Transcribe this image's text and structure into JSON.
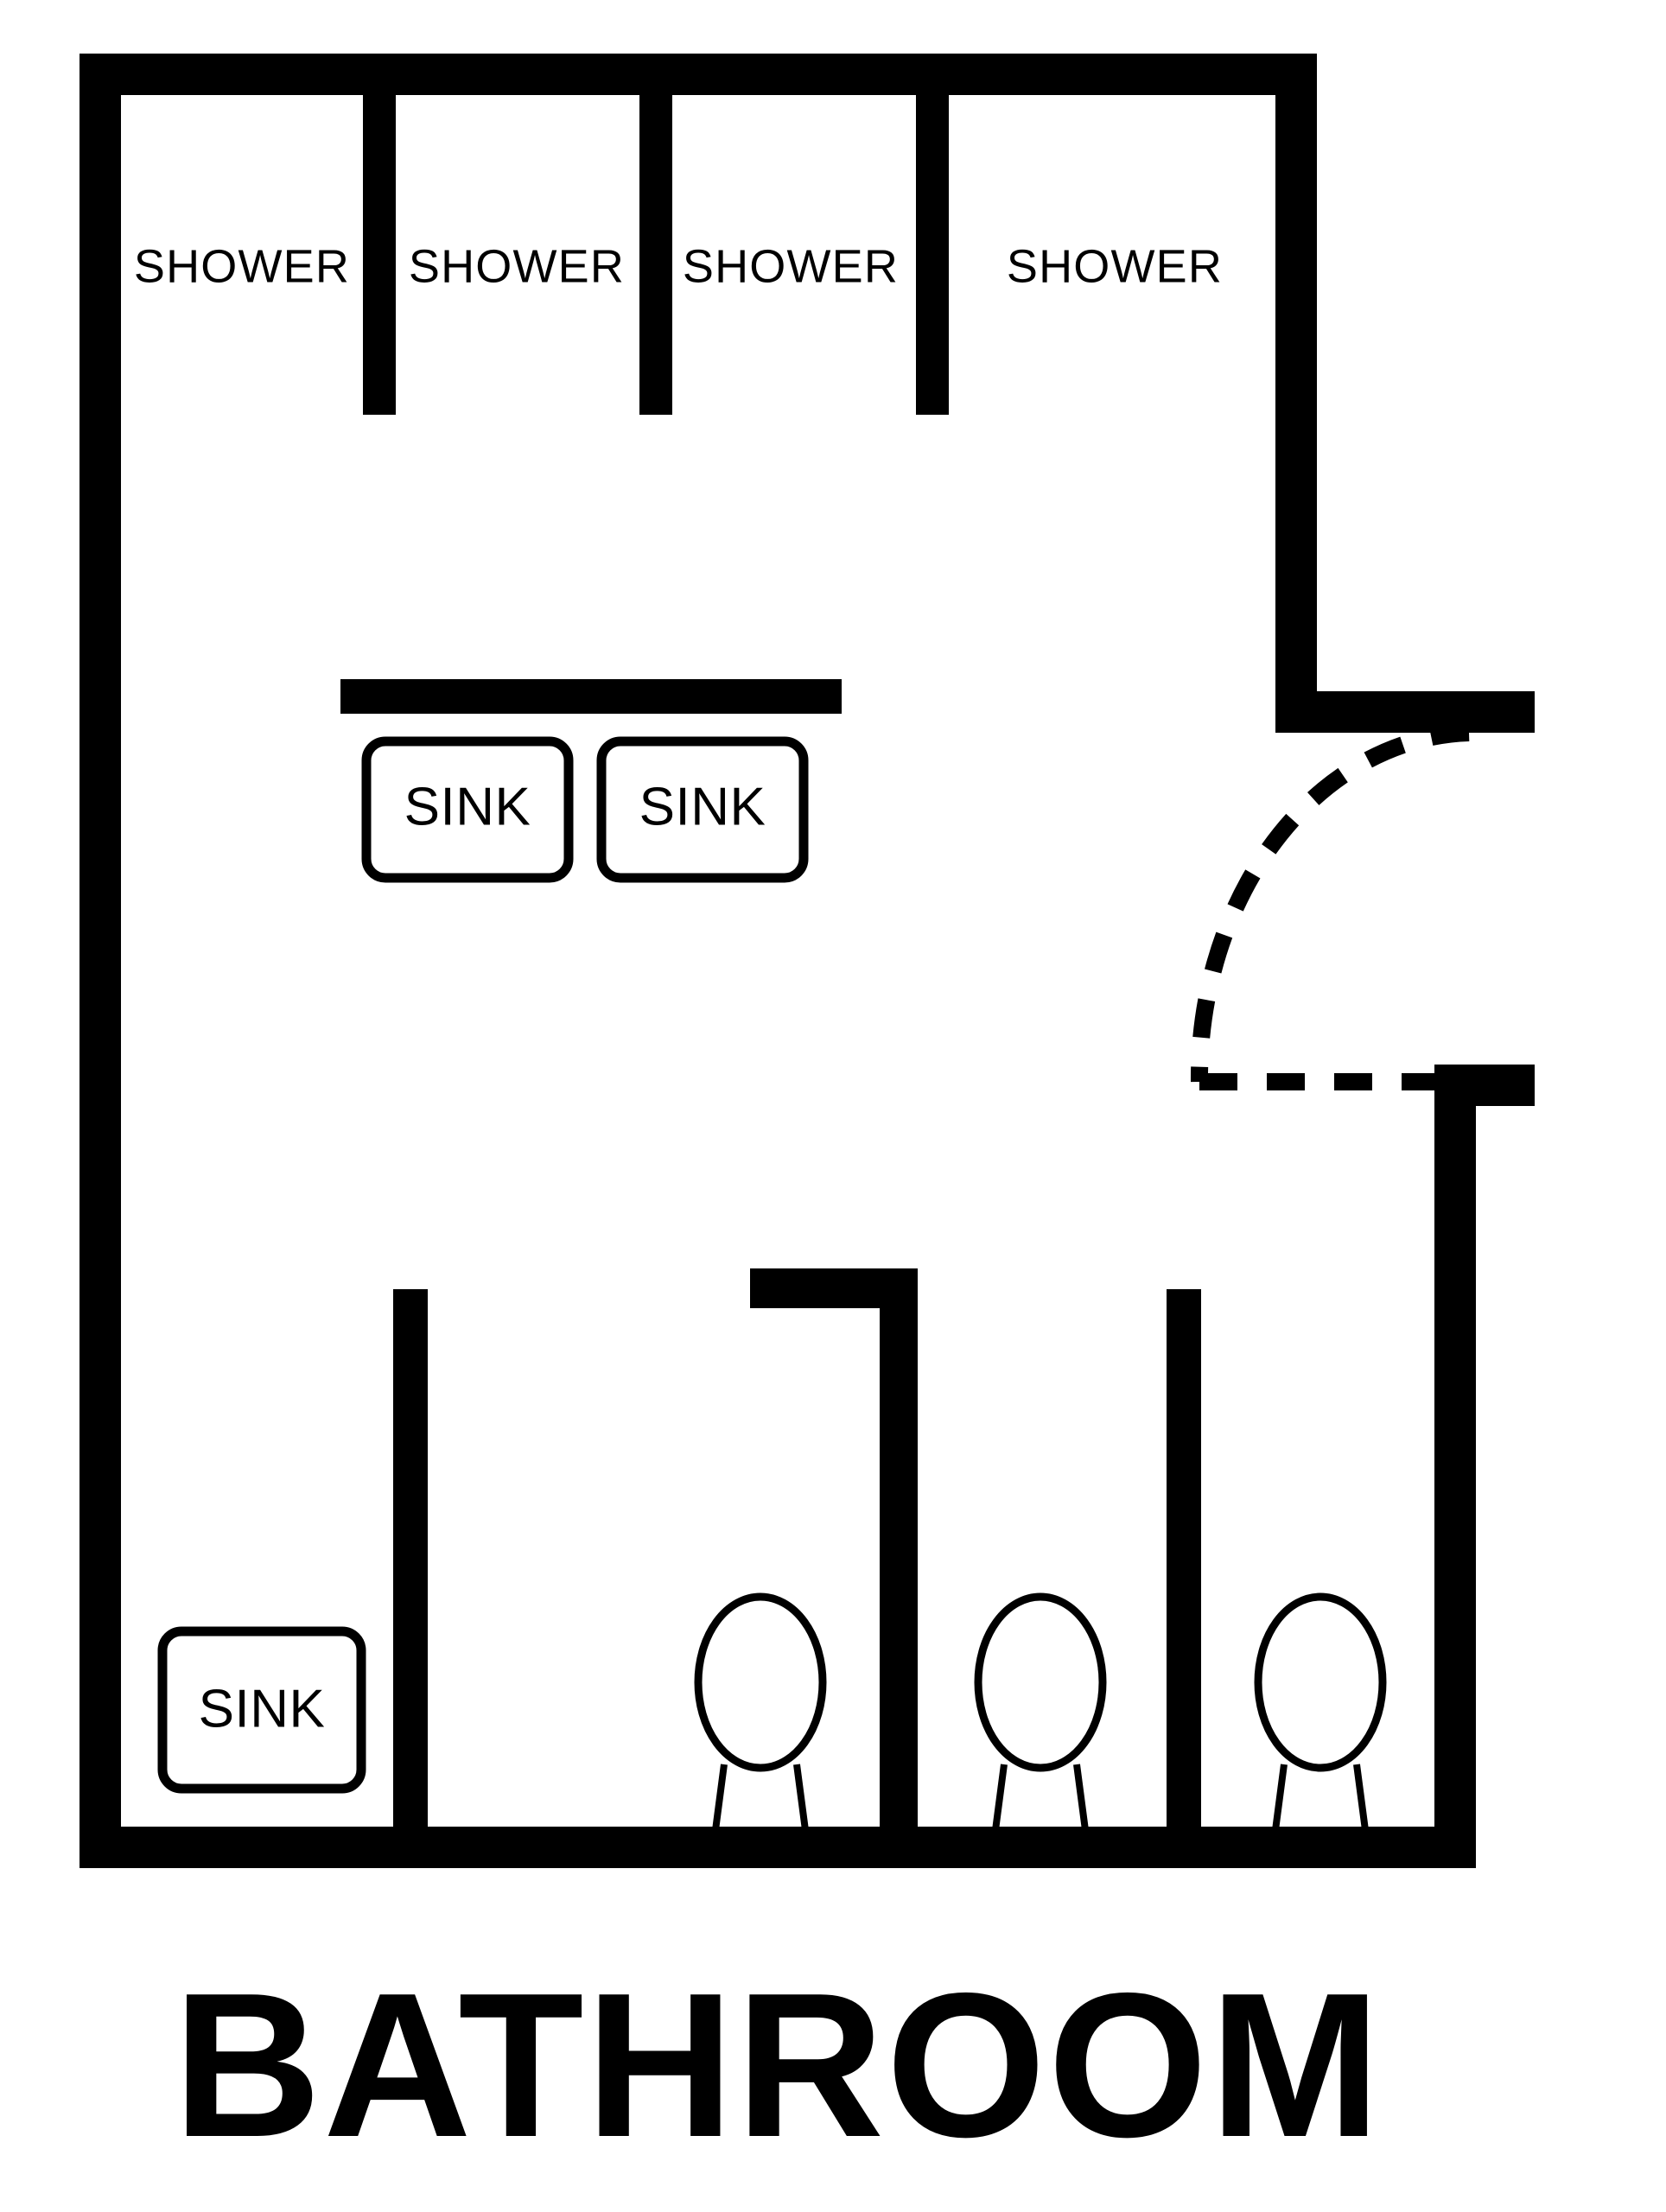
{
  "document": {
    "type": "floor-plan",
    "title": "BATHROOM",
    "background_color": "#ffffff",
    "line_color": "#000000"
  },
  "rooms": {
    "showers": [
      {
        "label": "SHOWER"
      },
      {
        "label": "SHOWER"
      },
      {
        "label": "SHOWER"
      },
      {
        "label": "SHOWER"
      }
    ]
  },
  "fixtures": {
    "counter_sinks": [
      {
        "label": "SINK"
      },
      {
        "label": "SINK"
      }
    ],
    "corner_sink": {
      "label": "SINK"
    },
    "toilets": [
      {
        "label": ""
      },
      {
        "label": ""
      },
      {
        "label": ""
      }
    ]
  },
  "door": {
    "name": "entry-door",
    "swing": "arc",
    "style": "dashed"
  },
  "counts": {
    "showers": 4,
    "sinks": 3,
    "toilets": 3,
    "doors": 1
  }
}
